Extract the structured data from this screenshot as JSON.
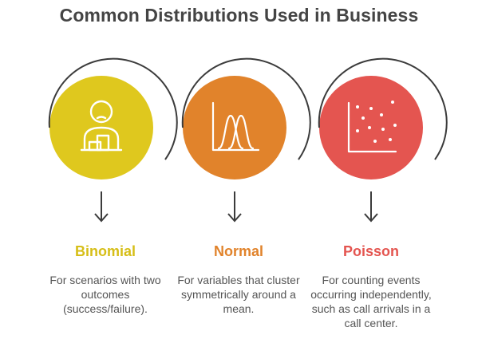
{
  "title": "Common Distributions Used in Business",
  "colors": {
    "binomial": "#dfc81e",
    "normal": "#e1832b",
    "poisson": "#e45550",
    "outline": "#3b3b3b",
    "icon": "#ffffff"
  },
  "items": [
    {
      "icon": "person-with-blocks-icon",
      "label": "Binomial",
      "description": "For scenarios with two outcomes (success/failure)."
    },
    {
      "icon": "bell-curves-icon",
      "label": "Normal",
      "description": "For variables that cluster symmetrically around a mean."
    },
    {
      "icon": "scatter-plot-icon",
      "label": "Poisson",
      "description": "For counting events occurring independently, such as call arrivals in a call center."
    }
  ]
}
